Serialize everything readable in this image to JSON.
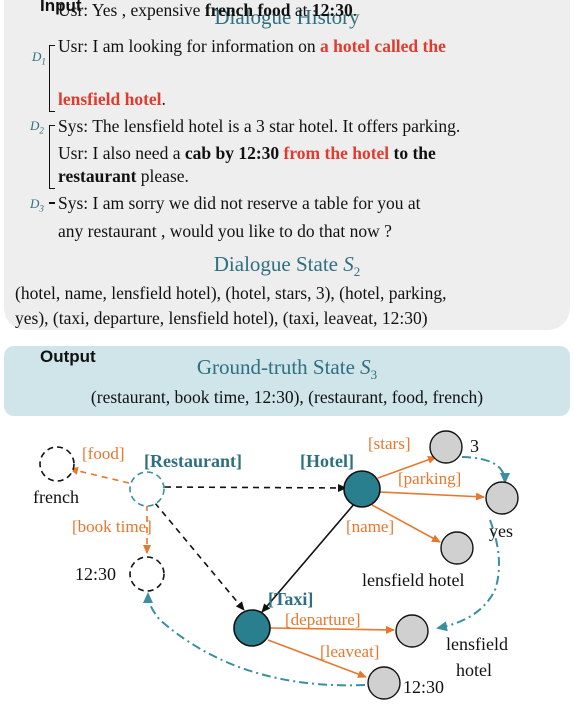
{
  "input": {
    "label": "Input",
    "dialogue_history_title": "Dialogue History",
    "turns": [
      {
        "id": "D",
        "sub": "1",
        "lines": [
          [
            {
              "t": "Usr: I am looking for information on ",
              "s": ""
            },
            {
              "t": "a hotel called the",
              "s": "red"
            }
          ],
          [
            {
              "t": "lensfield hotel",
              "s": "red"
            },
            {
              "t": ".",
              "s": ""
            }
          ]
        ]
      },
      {
        "id": "D",
        "sub": "2",
        "lines": [
          [
            {
              "t": "Sys: The lensfield hotel is a 3 star hotel. It offers parking.",
              "s": ""
            }
          ],
          [
            {
              "t": "Usr: I also need a ",
              "s": ""
            },
            {
              "t": "cab by 12:30 ",
              "s": "b"
            },
            {
              "t": "from the hotel",
              "s": "red"
            },
            {
              "t": " to the",
              "s": "b"
            }
          ],
          [
            {
              "t": "restaurant",
              "s": "b"
            },
            {
              "t": " please.",
              "s": ""
            }
          ]
        ]
      },
      {
        "id": "D",
        "sub": "3",
        "lines": [
          [
            {
              "t": "Sys: I am sorry we did not reserve a table for you at",
              "s": ""
            }
          ],
          [
            {
              "t": "any restaurant , would you like to do that now ?",
              "s": ""
            }
          ],
          [
            {
              "t": "Usr: Yes , expensive ",
              "s": ""
            },
            {
              "t": "french food",
              "s": "b"
            },
            {
              "t": " at ",
              "s": ""
            },
            {
              "t": "12:30",
              "s": "b"
            },
            {
              "t": ".",
              "s": ""
            }
          ]
        ]
      }
    ],
    "dialogue_state_title": "Dialogue State ",
    "dialogue_state_symbol": "S",
    "dialogue_state_sub": "2",
    "dialogue_state_lines": [
      "(hotel, name, lensfield hotel), (hotel, stars, 3), (hotel, parking,",
      "yes), (taxi, departure, lensfield hotel), (taxi, leaveat, 12:30)"
    ]
  },
  "output": {
    "label": "Output",
    "gt_title": "Ground-truth State ",
    "gt_symbol": "S",
    "gt_sub": "3",
    "gt_line": "(restaurant, book time, 12:30), (restaurant, food, french)"
  },
  "graph": {
    "domains": {
      "restaurant": "[Restaurant]",
      "hotel": "[Hotel]",
      "taxi": "[Taxi]"
    },
    "slots": {
      "food": "[food]",
      "book_time": "[book time]",
      "stars": "[stars]",
      "parking": "[parking]",
      "name": "[name]",
      "departure": "[departure]",
      "leaveat": "[leaveat]"
    },
    "values": {
      "french": "french",
      "time_restaurant": "12:30",
      "stars": "3",
      "parking": "yes",
      "hotel_name": "lensfield hotel",
      "departure_1": "lensfield",
      "departure_2": "hotel",
      "leaveat": "12:30"
    },
    "colors": {
      "domain_node": "#2a7f8f",
      "value_node": "#d0d0d0",
      "slot_text": "#e8772e",
      "domain_text": "#2e6f80",
      "teal_arrow": "#3a8fa0"
    }
  }
}
